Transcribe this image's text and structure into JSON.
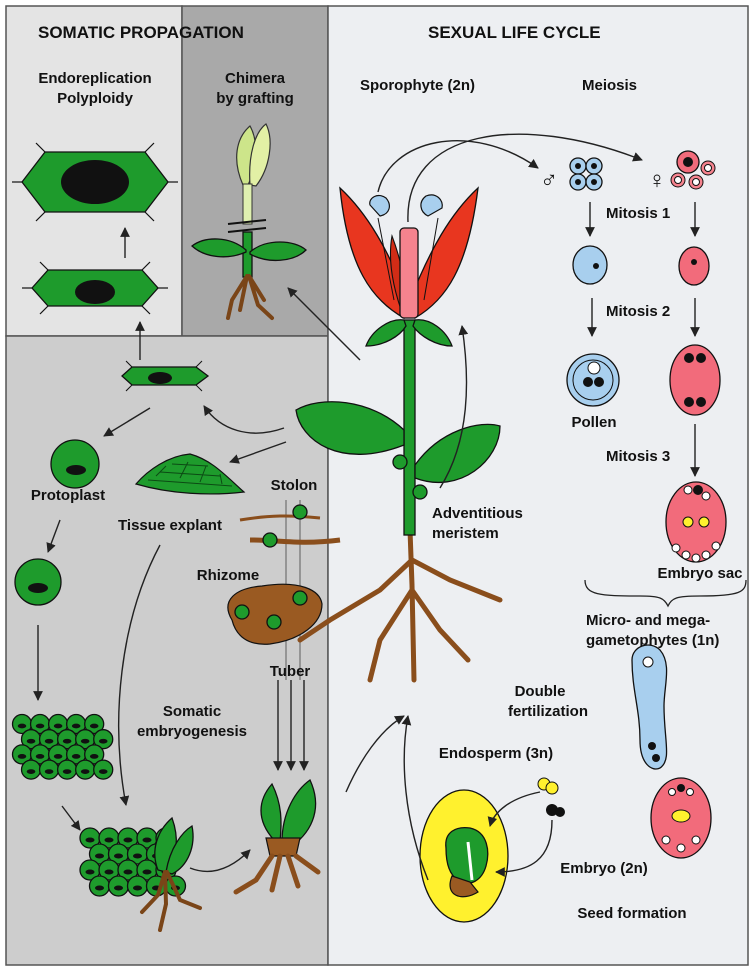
{
  "sections": {
    "somatic": "SOMATIC PROPAGATION",
    "sexual": "SEXUAL LIFE CYCLE"
  },
  "labels": {
    "endoreplication": "Endoreplication",
    "polyploidy": "Polyploidy",
    "chimera_1": "Chimera",
    "chimera_2": "by grafting",
    "sporophyte": "Sporophyte (2n)",
    "meiosis": "Meiosis",
    "male_symbol": "♂",
    "female_symbol": "♀",
    "mitosis_1": "Mitosis 1",
    "mitosis_2": "Mitosis 2",
    "mitosis_3": "Mitosis 3",
    "pollen": "Pollen",
    "embryo_sac": "Embryo sac",
    "gametophytes_1": "Micro- and mega-",
    "gametophytes_2": "gametophytes (1n)",
    "protoplast": "Protoplast",
    "tissue_explant": "Tissue explant",
    "stolon": "Stolon",
    "rhizome": "Rhizome",
    "tuber": "Tuber",
    "somatic_emb_1": "Somatic",
    "somatic_emb_2": "embryogenesis",
    "adventitious_1": "Adventitious",
    "adventitious_2": "meristem",
    "double_fert_1": "Double",
    "double_fert_2": "fertilization",
    "endosperm": "Endosperm (3n)",
    "embryo": "Embryo (2n)",
    "seed_formation": "Seed formation"
  },
  "colors": {
    "background_left_top": "#e4e4e4",
    "background_left_bottom": "#cdcdcd",
    "background_chimera": "#a9a9a9",
    "background_right": "#edeff2",
    "plant_green": "#1e9b2c",
    "petal_red": "#e8361f",
    "pistil_pink": "#f5838e",
    "pollen_blue": "#a8cfee",
    "ovule_pink": "#f26b7b",
    "root_brown": "#9a5a22",
    "endosperm_yellow": "#fff12e"
  }
}
